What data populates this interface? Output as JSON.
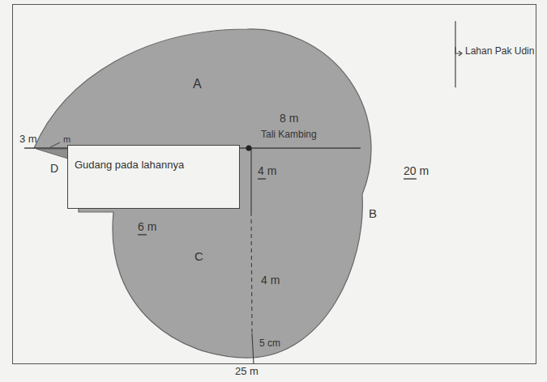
{
  "diagram": {
    "nodes": [
      {
        "text": [
          "Lahan Pak Udin"
        ]
      },
      {
        "text": [
          "Gudang pada lahannya"
        ],
        "in": 0
      }
    ],
    "labels": [
      "A",
      "8 m",
      "Tali Kambing",
      "3 m",
      "m",
      "D",
      "4 m",
      "20 m",
      "B",
      "6 m",
      "C",
      "4 m",
      "5 cm",
      "25 m"
    ]
  }
}
